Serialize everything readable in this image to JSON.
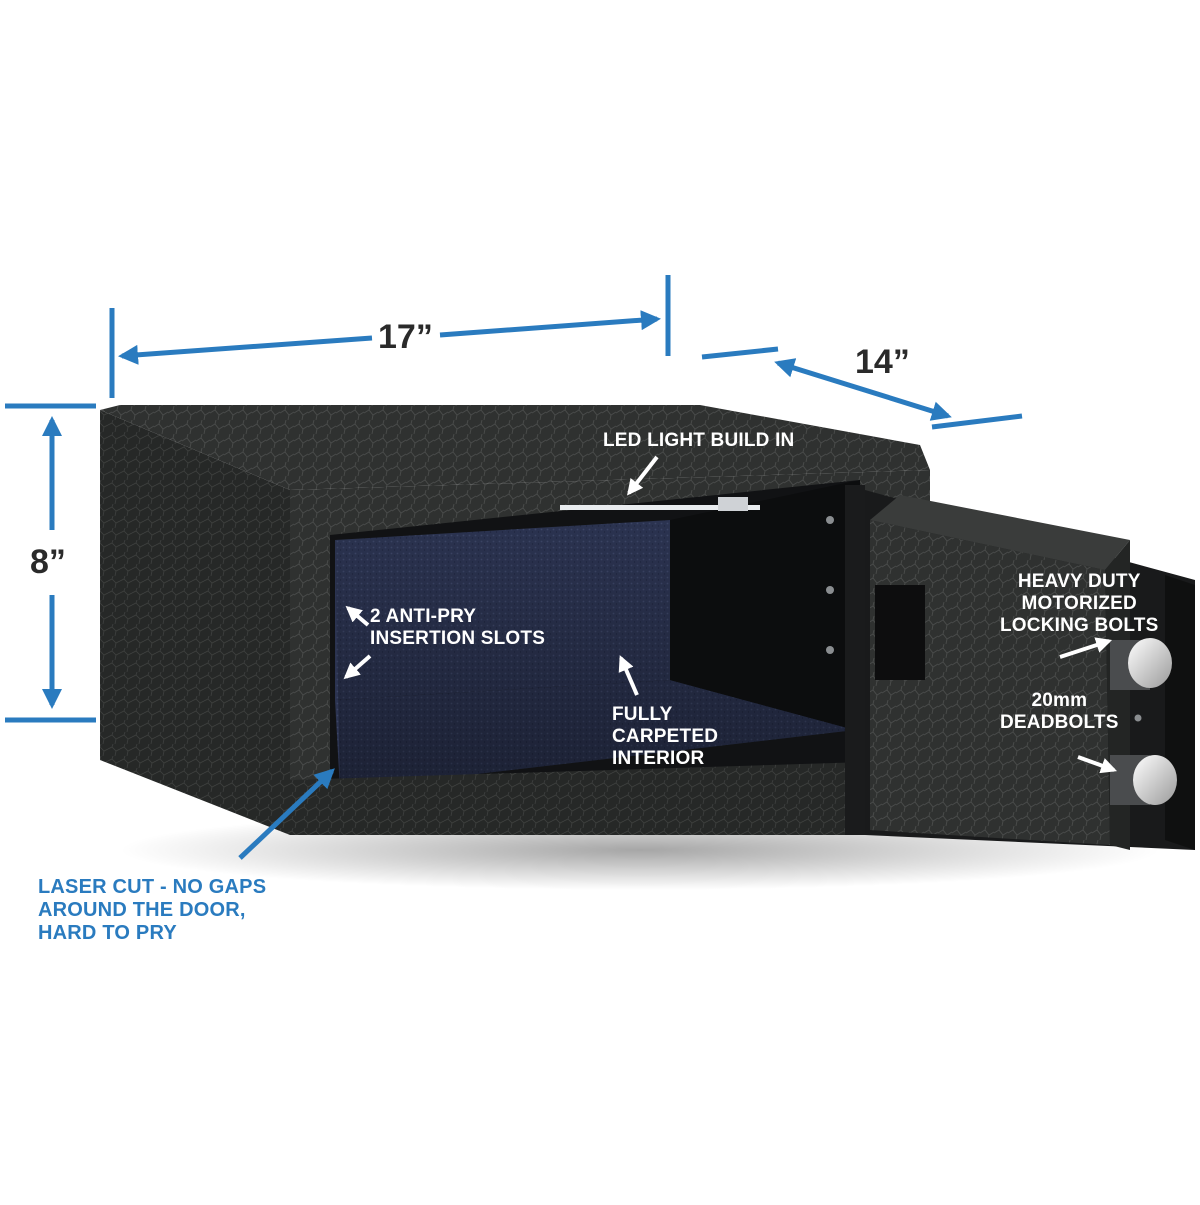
{
  "dimensions": {
    "width": "17”",
    "depth": "14”",
    "height": "8”"
  },
  "callouts": {
    "led": "LED LIGHT BUILD IN",
    "anti_pry": [
      "2 ANTI-PRY",
      "INSERTION SLOTS"
    ],
    "carpet": [
      "FULLY",
      "CARPETED",
      "INTERIOR"
    ],
    "bolts": [
      "HEAVY DUTY",
      "MOTORIZED",
      "LOCKING BOLTS"
    ],
    "deadbolts": [
      "20mm",
      "DEADBOLTS"
    ],
    "laser": [
      "LASER CUT - NO GAPS",
      "AROUND THE DOOR,",
      "HARD TO PRY"
    ]
  },
  "colors": {
    "dimension_blue": "#2a7bbf",
    "safe_body": "#2f3130",
    "carpet": "#2b3350"
  }
}
